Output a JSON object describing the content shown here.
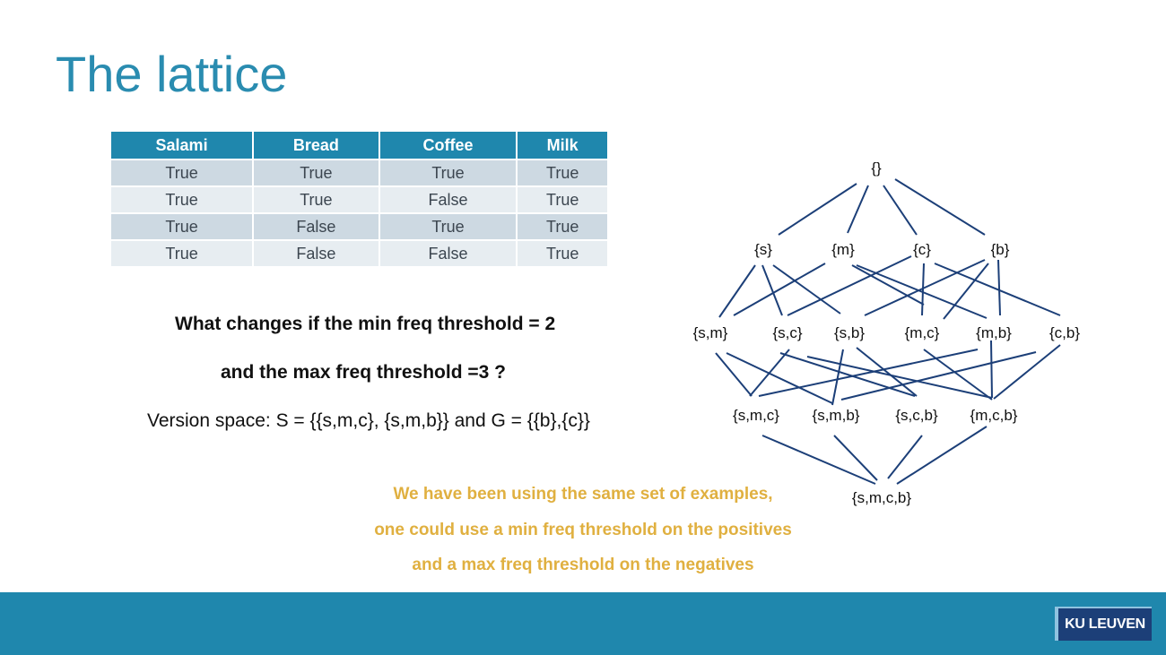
{
  "slide": {
    "title": "The lattice",
    "table": {
      "headers": [
        "Salami",
        "Bread",
        "Coffee",
        "Milk"
      ],
      "rows": [
        [
          "True",
          "True",
          "True",
          "True"
        ],
        [
          "True",
          "True",
          "False",
          "True"
        ],
        [
          "True",
          "False",
          "True",
          "True"
        ],
        [
          "True",
          "False",
          "False",
          "True"
        ]
      ]
    },
    "question_line1": "What changes if the min freq threshold = 2",
    "question_line2": "and the max freq threshold =3 ?",
    "version_space": "Version space: S = {{s,m,c}, {s,m,b}} and G = {{b},{c}}",
    "notes": [
      "We have been using the same set of examples,",
      "one could use a min freq threshold on the positives",
      "and a max freq threshold on the negatives"
    ],
    "logo": "KU LEUVEN"
  },
  "lattice": {
    "level0": [
      "{}"
    ],
    "level1": [
      "{s}",
      "{m}",
      "{c}",
      "{b}"
    ],
    "level2": [
      "{s,m}",
      "{s,c}",
      "{s,b}",
      "{m,c}",
      "{m,b}",
      "{c,b}"
    ],
    "level3": [
      "{s,m,c}",
      "{s,m,b}",
      "{s,c,b}",
      "{m,c,b}"
    ],
    "level4": [
      "{s,m,c,b}"
    ]
  },
  "colors": {
    "accent": "#1f87ad",
    "title": "#2a8cb0",
    "note": "#e0b040",
    "edge": "#1c3f78"
  }
}
